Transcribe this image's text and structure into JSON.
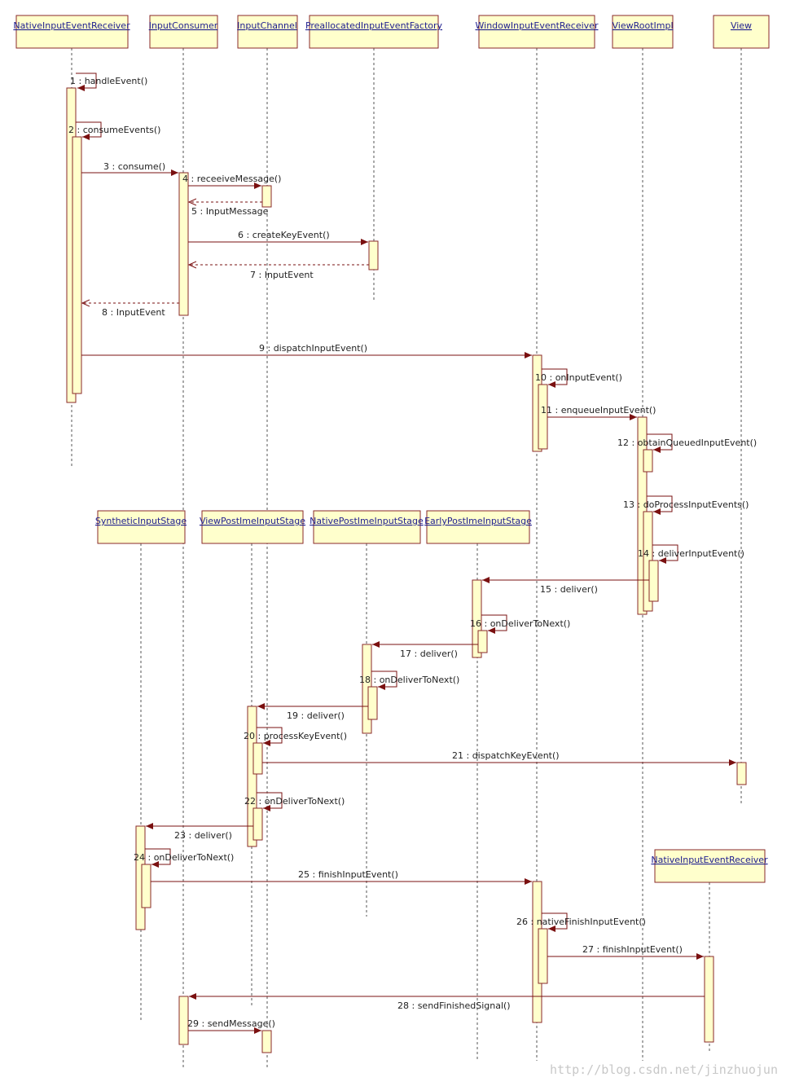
{
  "lifelines": [
    {
      "id": "nier1",
      "name": "NativeInputEventReceiver"
    },
    {
      "id": "ic",
      "name": "InputConsumer"
    },
    {
      "id": "ich",
      "name": "InputChannel"
    },
    {
      "id": "pief",
      "name": "PreallocatedInputEventFactory"
    },
    {
      "id": "wier",
      "name": "WindowInputEventReceiver"
    },
    {
      "id": "vri",
      "name": "ViewRootImpl"
    },
    {
      "id": "view",
      "name": "View"
    },
    {
      "id": "sis",
      "name": "SyntheticInputStage"
    },
    {
      "id": "vpis",
      "name": "ViewPostImeInputStage"
    },
    {
      "id": "npis",
      "name": "NativePostImeInputStage"
    },
    {
      "id": "epis",
      "name": "EarlyPostImeInputStage"
    },
    {
      "id": "nier2",
      "name": "NativeInputEventReceiver"
    }
  ],
  "messages": [
    {
      "n": 1,
      "label": "1 : handleEvent()",
      "kind": "self"
    },
    {
      "n": 2,
      "label": "2 : consumeEvents()",
      "kind": "self"
    },
    {
      "n": 3,
      "label": "3 : consume()",
      "kind": "call"
    },
    {
      "n": 4,
      "label": "4 : receeiveMessage()",
      "kind": "call"
    },
    {
      "n": 5,
      "label": "5 : InputMessage",
      "kind": "return"
    },
    {
      "n": 6,
      "label": "6 : createKeyEvent()",
      "kind": "call"
    },
    {
      "n": 7,
      "label": "7 : InputEvent",
      "kind": "return"
    },
    {
      "n": 8,
      "label": "8 : InputEvent",
      "kind": "return"
    },
    {
      "n": 9,
      "label": "9 : dispatchInputEvent()",
      "kind": "call"
    },
    {
      "n": 10,
      "label": "10 : onInputEvent()",
      "kind": "self"
    },
    {
      "n": 11,
      "label": "11 : enqueueInputEvent()",
      "kind": "call"
    },
    {
      "n": 12,
      "label": "12 : obtainQueuedInputEvent()",
      "kind": "self"
    },
    {
      "n": 13,
      "label": "13 : doProcessInputEvents()",
      "kind": "self"
    },
    {
      "n": 14,
      "label": "14 : deliverInputEvent()",
      "kind": "self"
    },
    {
      "n": 15,
      "label": "15 : deliver()",
      "kind": "call"
    },
    {
      "n": 16,
      "label": "16 : onDeliverToNext()",
      "kind": "self"
    },
    {
      "n": 17,
      "label": "17 : deliver()",
      "kind": "call"
    },
    {
      "n": 18,
      "label": "18 : onDeliverToNext()",
      "kind": "self"
    },
    {
      "n": 19,
      "label": "19 : deliver()",
      "kind": "call"
    },
    {
      "n": 20,
      "label": "20 : processKeyEvent()",
      "kind": "self"
    },
    {
      "n": 21,
      "label": "21 : dispatchKeyEvent()",
      "kind": "call"
    },
    {
      "n": 22,
      "label": "22 : onDeliverToNext()",
      "kind": "self"
    },
    {
      "n": 23,
      "label": "23 : deliver()",
      "kind": "call"
    },
    {
      "n": 24,
      "label": "24 : onDeliverToNext()",
      "kind": "self"
    },
    {
      "n": 25,
      "label": "25 : finishInputEvent()",
      "kind": "call"
    },
    {
      "n": 26,
      "label": "26 : nativeFinishInputEvent()",
      "kind": "self"
    },
    {
      "n": 27,
      "label": "27 : finishInputEvent()",
      "kind": "call"
    },
    {
      "n": 28,
      "label": "28 : sendFinishedSignal()",
      "kind": "call"
    },
    {
      "n": 29,
      "label": "29 : sendMessage()",
      "kind": "call"
    }
  ],
  "watermark": "http://blog.csdn.net/jinzhuojun",
  "colors": {
    "box_fill": "#ffffcc",
    "border": "#8a2a2a",
    "arrow": "#7a1010",
    "title": "#1f1f8f"
  }
}
